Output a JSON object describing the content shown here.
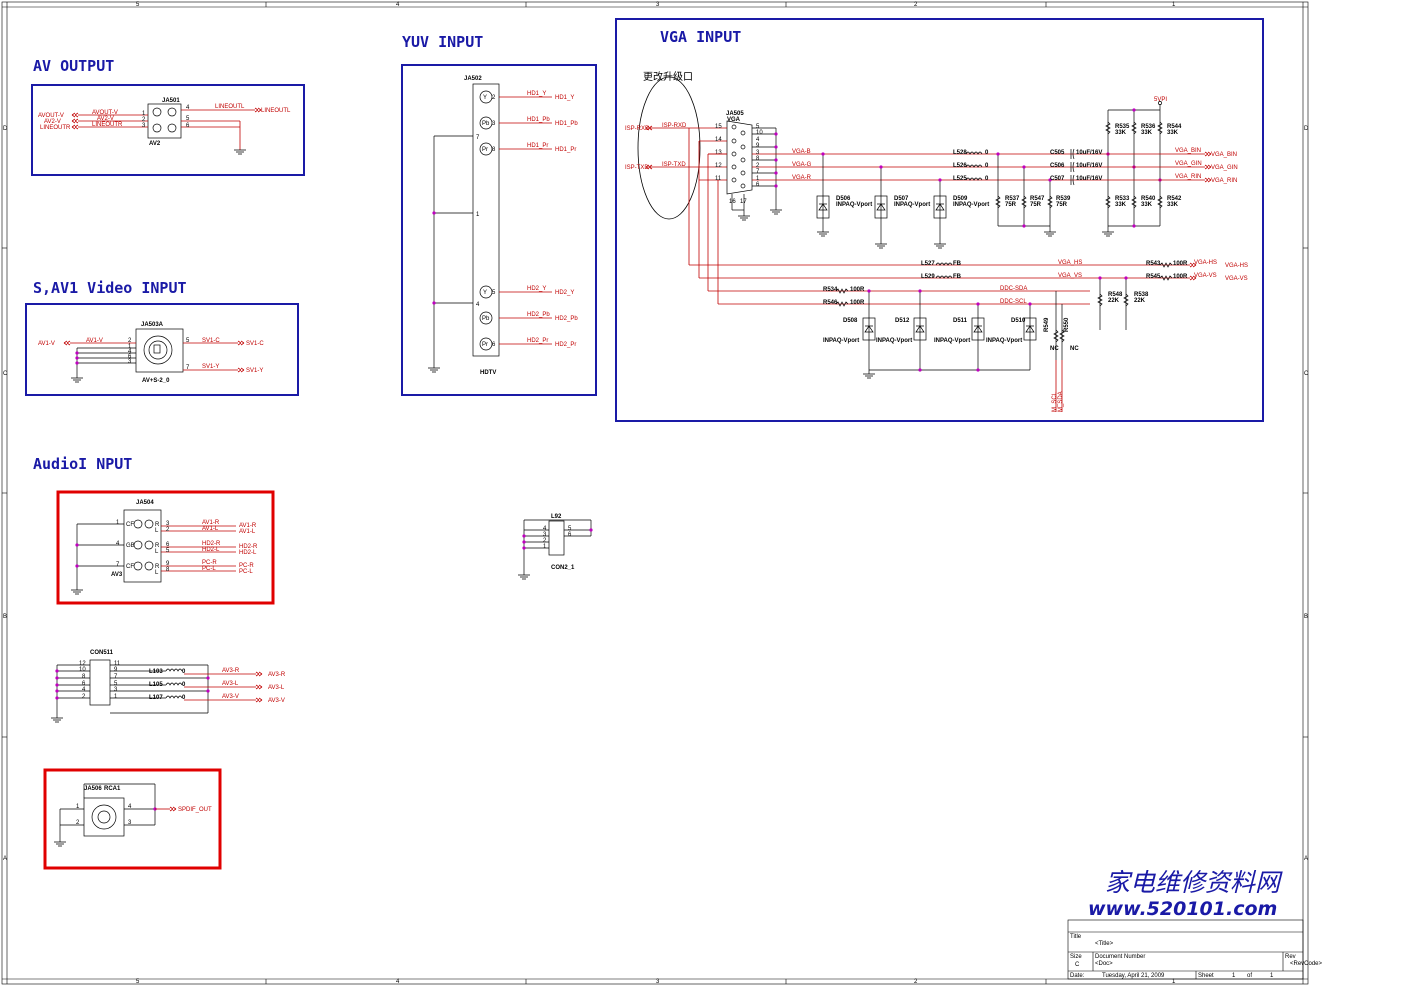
{
  "sections": {
    "av_output": "AV OUTPUT",
    "yuv_input": "YUV INPUT",
    "vga_input": "VGA INPUT",
    "s_av1_video_input": "S,AV1 Video INPUT",
    "audio_input": "AudioI NPUT"
  },
  "annotation_cn": "更改升级口",
  "av_output": {
    "ref": "JA501",
    "part": "AV2",
    "nets_left": [
      "AVOUT-V",
      "AV2-V",
      "LINEOUTR"
    ],
    "wire_labels": [
      "AVOUT-V",
      "AV2-V",
      "LINEOUTR"
    ],
    "lineoutl_wire": "LINEOUTL",
    "lineoutl_port": "LINEOUTL",
    "pins": [
      "1",
      "2",
      "3",
      "4",
      "5",
      "6"
    ]
  },
  "yuv": {
    "ref": "JA502",
    "part": "HDTV",
    "wire_labels": [
      "HD1_Y",
      "HD1_Pb",
      "HD1_Pr",
      "HD2_Y",
      "HD2_Pb",
      "HD2_Pr"
    ],
    "ports": [
      "HD1_Y",
      "HD1_Pb",
      "HD1_Pr",
      "HD2_Y",
      "HD2_Pb",
      "HD2_Pr"
    ],
    "jacks": [
      "Y",
      "Pb",
      "Pr",
      "Y",
      "Pb",
      "Pr"
    ],
    "pins": [
      "2",
      "3",
      "8",
      "7",
      "1",
      "5",
      "4",
      "6"
    ]
  },
  "vga": {
    "ref": "JA505",
    "part": "VGA",
    "isp_ports": [
      "ISP-RXD",
      "ISP-TXD"
    ],
    "isp_wires": [
      "ISP-RXD",
      "ISP-TXD"
    ],
    "pins_left": [
      "15",
      "14",
      "13",
      "12",
      "11"
    ],
    "pins_right": [
      "5",
      "10",
      "4",
      "9",
      "3",
      "8",
      "2",
      "7",
      "1",
      "6"
    ],
    "pins_bottom": [
      "16",
      "17"
    ],
    "rgb_nets": [
      "VGA-B",
      "VGA-G",
      "VGA-R"
    ],
    "inductors": [
      "L528",
      "L526",
      "L525"
    ],
    "inductor_vals": [
      "0",
      "0",
      "0"
    ],
    "caps": [
      "C505",
      "C506",
      "C507"
    ],
    "cap_vals": [
      "10uF/16V",
      "10uF/16V",
      "10uF/16V"
    ],
    "out_wires": [
      "VGA_BIN",
      "VGA_GIN",
      "VGA_RIN"
    ],
    "out_ports": [
      "VGA_BIN",
      "VGA_GIN",
      "VGA_RIN"
    ],
    "pullups": [
      "R535",
      "R536",
      "R544"
    ],
    "pullup_vals": [
      "33K",
      "33K",
      "33K"
    ],
    "pulldowns": [
      "R533",
      "R540",
      "R542"
    ],
    "pulldown_vals": [
      "33K",
      "33K",
      "33K"
    ],
    "terms": [
      "R537",
      "R547",
      "R539"
    ],
    "term_vals": [
      "75R",
      "75R",
      "75R"
    ],
    "tvs_top": [
      "D506",
      "D507",
      "D509"
    ],
    "tvs_top_part": "INPAQ-Vport",
    "supply": "5VPI",
    "sync_l": [
      "L527",
      "L529"
    ],
    "sync_l_vals": [
      "FB",
      "FB"
    ],
    "sync_nets": [
      "VGA_HS",
      "VGA_VS"
    ],
    "sync_r": [
      "R543",
      "R545"
    ],
    "sync_r_vals": [
      "100R",
      "100R"
    ],
    "sync_ports": [
      "VGA-HS",
      "VGA-VS"
    ],
    "ddc_r": [
      "R534",
      "R546"
    ],
    "ddc_r_vals": [
      "100R",
      "100R"
    ],
    "ddc_nets": [
      "DDC-SDA",
      "DDC-SCL"
    ],
    "ddc_pulls": [
      "R548",
      "R538"
    ],
    "ddc_pull_vals": [
      "22K",
      "22K"
    ],
    "tvs_bottom": [
      "D508",
      "D512",
      "D511",
      "D510"
    ],
    "nc_res": [
      "R549",
      "R550"
    ],
    "nc": "NC",
    "m_nets": [
      "M_SCL",
      "M_SDA"
    ]
  },
  "s_av1": {
    "ref": "JA503A",
    "part": "AV+S-2_0",
    "port_left": "AV1-V",
    "wire_left": "AV1-V",
    "wires_right": [
      "SV1-C",
      "SV1-Y"
    ],
    "ports_right": [
      "SV1-C",
      "SV1-Y"
    ],
    "pins": [
      "2",
      "1",
      "4",
      "6",
      "3",
      "5",
      "7"
    ]
  },
  "audio": {
    "ref": "JA504",
    "part": "AV3",
    "wires": [
      "AV1-R",
      "AV1-L",
      "HD2-R",
      "HD2-L",
      "PC-R",
      "PC-L"
    ],
    "ports": [
      "AV1-R",
      "AV1-L",
      "HD2-R",
      "HD2-L",
      "PC-R",
      "PC-L"
    ],
    "pins_left": [
      "1",
      "4",
      "7"
    ],
    "pins_right": [
      "3",
      "2",
      "6",
      "5",
      "9",
      "8"
    ],
    "jack_lr": [
      "R",
      "L"
    ],
    "col_marks": [
      "CF",
      "GB"
    ]
  },
  "l92": {
    "ref": "L92",
    "part": "CON2_1",
    "pins": [
      "4",
      "3",
      "2",
      "1",
      "5",
      "6"
    ]
  },
  "con511": {
    "ref": "CON511",
    "pins_left": [
      "12",
      "10",
      "8",
      "6",
      "4",
      "2"
    ],
    "pins_right": [
      "11",
      "9",
      "7",
      "5",
      "3",
      "1"
    ],
    "inductors": [
      "L103",
      "L105",
      "L107"
    ],
    "inductor_vals": [
      "0",
      "0",
      "0"
    ],
    "wires": [
      "AV3-R",
      "AV3-L",
      "AV3-V"
    ],
    "ports": [
      "AV3-R",
      "AV3-L",
      "AV3-V"
    ]
  },
  "spdif": {
    "ref": "JA506",
    "part": "RCA1",
    "wire": "SPDIF_OUT",
    "pins": [
      "1",
      "2",
      "4",
      "3"
    ]
  },
  "watermark": {
    "cn": "家电维修资料网",
    "url": "www.520101.com"
  },
  "title_block": {
    "title_label": "Title",
    "title": "<Title>",
    "size_label": "Size",
    "size": "C",
    "doc_label": "Document Number",
    "doc": "<Doc>",
    "rev_label": "Rev",
    "rev": "<RevCode>",
    "date_label": "Date:",
    "date": "Tuesday, April 21, 2009",
    "sheet_label": "Sheet",
    "sheet": "1",
    "of_label": "of",
    "of": "1"
  },
  "border": {
    "cols": [
      "5",
      "4",
      "3",
      "2",
      "1"
    ],
    "rows": [
      "D",
      "C",
      "B",
      "A"
    ]
  }
}
